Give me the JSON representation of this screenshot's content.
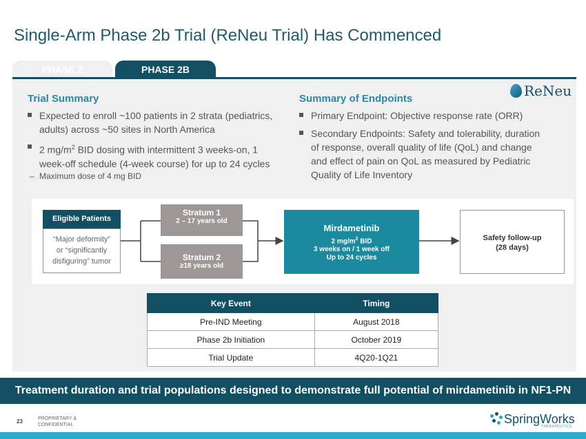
{
  "page": {
    "title": "Single-Arm Phase 2b Trial (ReNeu Trial) Has Commenced",
    "tabs": [
      {
        "label": "PHASE 2",
        "active": false
      },
      {
        "label": "PHASE 2B",
        "active": true
      }
    ]
  },
  "logo": {
    "text": "ReNeu",
    "icon": "drop-icon"
  },
  "trial_summary": {
    "title": "Trial Summary",
    "bullets": [
      "Expected to enroll ~100 patients in 2 strata (pediatrics, adults) across ~50 sites in North America",
      "2 mg/m",
      "2",
      "BID dosing with intermittent 3 weeks-on, 1 week-off schedule (4-week course) for up to 24 cycles"
    ],
    "sub_bullet": "Maximum dose of 4 mg BID"
  },
  "endpoints": {
    "title": "Summary of Endpoints",
    "bullets": [
      "Primary Endpoint: Objective response rate (ORR)",
      "Secondary Endpoints: Safety and tolerability, duration of response, overall quality of life (QoL) and change and effect of pain on QoL as measured by Pediatric Quality of Life Inventory"
    ]
  },
  "flow": {
    "eligible_title": "Eligible Patients",
    "eligible_lines": [
      "“Major deformity”",
      "or “significantly",
      "disfiguring” tumor"
    ],
    "stratum1_title": "Stratum 1",
    "stratum1_sub": "2 – 17 years old",
    "stratum2_title": "Stratum 2",
    "stratum2_sub": "≥18 years old",
    "drug_title": "Mirdametinib",
    "drug_dose_a": "2 mg/m",
    "drug_dose_sup": "2",
    "drug_dose_b": " BID",
    "drug_line2": "3 weeks on / 1 week off",
    "drug_line3": "Up to 24 cycles",
    "safety_line1": "Safety follow-up",
    "safety_line2": "(28 days)"
  },
  "events_table": {
    "headers": [
      "Key Event",
      "Timing"
    ],
    "rows": [
      [
        "Pre-IND Meeting",
        "August 2018"
      ],
      [
        "Phase 2b Initiation",
        "October 2019"
      ],
      [
        "Trial Update",
        "4Q20-1Q21"
      ]
    ]
  },
  "banner": "Treatment duration and trial populations designed to demonstrate full potential of mirdametinib in NF1-PN",
  "footer": {
    "page_number": "23",
    "confidential_line1": "PROPRIETARY &",
    "confidential_line2": "CONFIDENTIAL",
    "brand": "SpringWorks",
    "brand_tag": "THERAPEUTICS"
  },
  "colors": {
    "primary_dark": "#134f63",
    "accent_teal": "#1b8a9f",
    "accent_blue": "#2e86a8",
    "stratum_gray": "#9d9797",
    "bottom_bar": "#2aa8d0"
  }
}
